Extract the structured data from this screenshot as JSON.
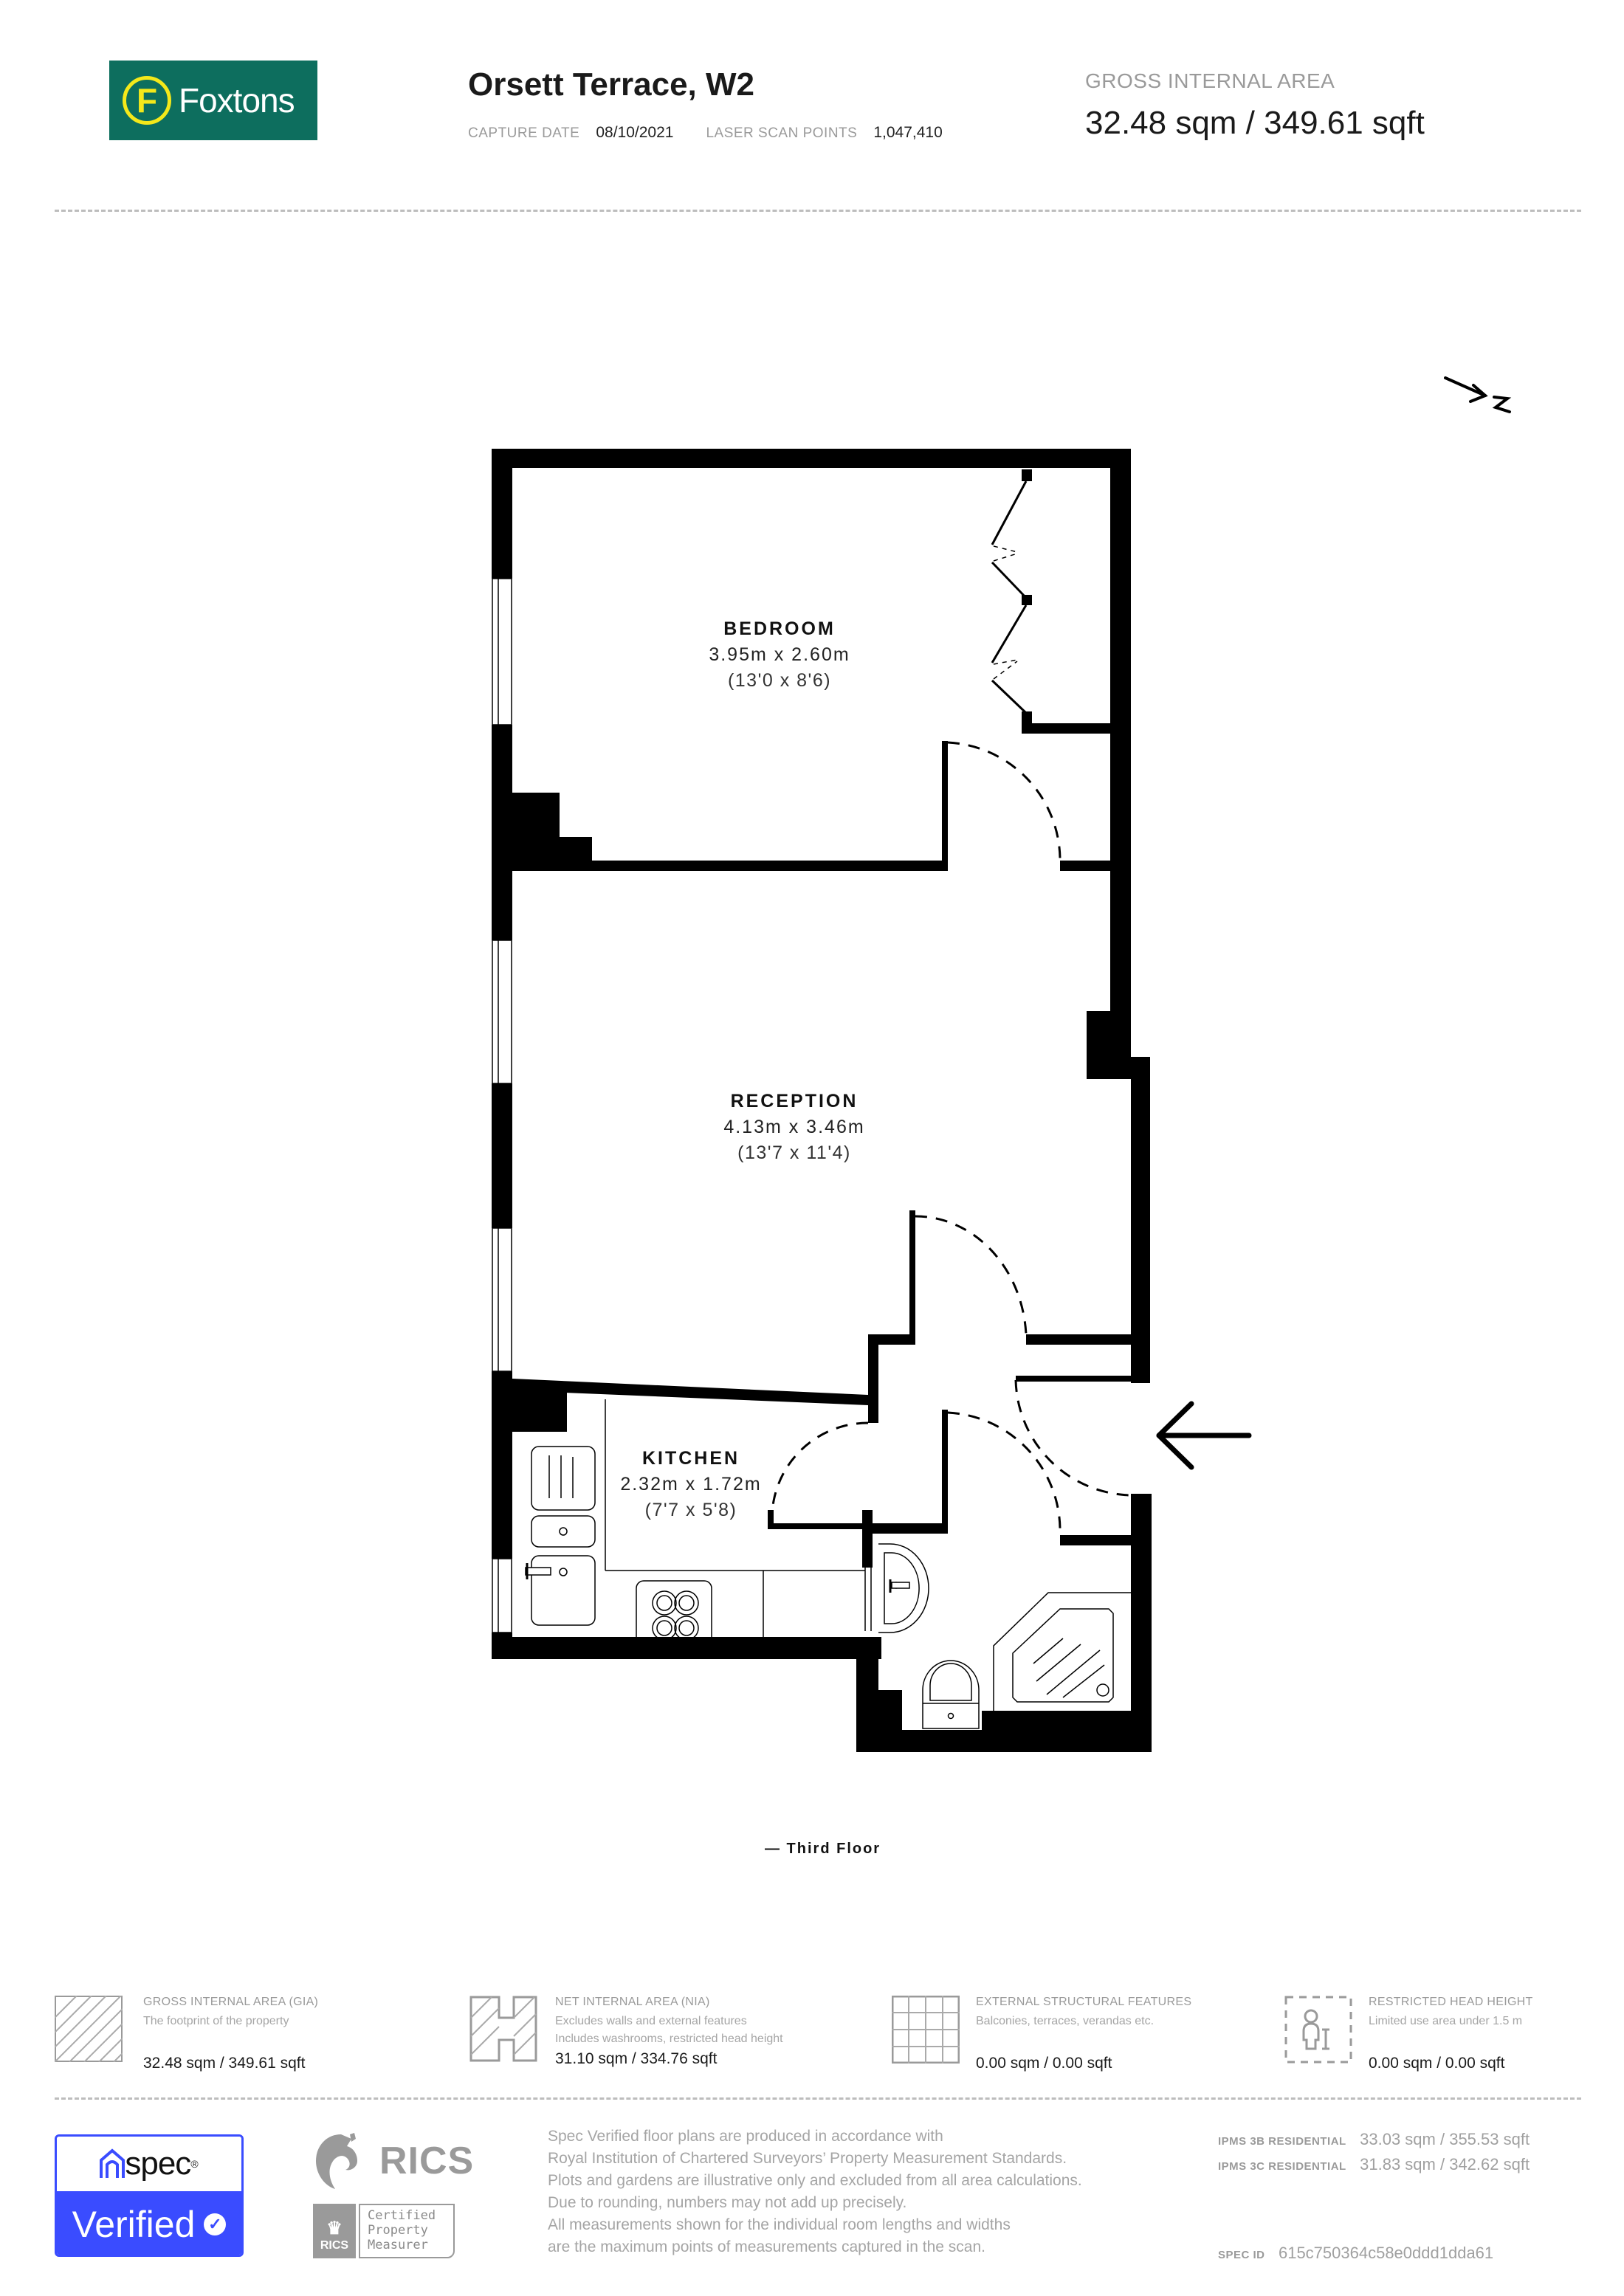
{
  "header": {
    "brand": {
      "logo_letter": "F",
      "name": "Foxtons",
      "bg_color": "#0d6e5e",
      "accent_color": "#f4e81a"
    },
    "title": "Orsett Terrace, W2",
    "capture_date_label": "CAPTURE DATE",
    "capture_date": "08/10/2021",
    "laser_scan_label": "LASER SCAN POINTS",
    "laser_scan_points": "1,047,410",
    "gia_label": "GROSS INTERNAL AREA",
    "gia_value": "32.48 sqm / 349.61 sqft"
  },
  "plan": {
    "compass": {
      "icon": "north-arrow-icon",
      "label": "N"
    },
    "entrance_icon": "entrance-arrow-icon",
    "floor_label": "— Third Floor",
    "rooms": [
      {
        "name": "BEDROOM",
        "metric": "3.95m x 2.60m",
        "imperial": "(13'0 x 8'6)"
      },
      {
        "name": "RECEPTION",
        "metric": "4.13m x 3.46m",
        "imperial": "(13'7 x 11'4)"
      },
      {
        "name": "KITCHEN",
        "metric": "2.32m x 1.72m",
        "imperial": "(7'7 x 5'8)"
      }
    ]
  },
  "legend": [
    {
      "icon": "gia-hatch-icon",
      "title": "GROSS INTERNAL AREA (GIA)",
      "desc": [
        "The footprint of the property"
      ],
      "value": "32.48 sqm / 349.61 sqft"
    },
    {
      "icon": "nia-hatch-icon",
      "title": "NET INTERNAL AREA (NIA)",
      "desc": [
        "Excludes walls and external features",
        "Includes washrooms, restricted head height"
      ],
      "value": "31.10 sqm / 334.76 sqft"
    },
    {
      "icon": "external-grid-icon",
      "title": "EXTERNAL STRUCTURAL FEATURES",
      "desc": [
        "Balconies, terraces, verandas etc."
      ],
      "value": "0.00 sqm / 0.00 sqft"
    },
    {
      "icon": "restricted-height-icon",
      "title": "RESTRICTED HEAD HEIGHT",
      "desc": [
        "Limited use area under 1.5 m"
      ],
      "value": "0.00 sqm / 0.00 sqft"
    }
  ],
  "footer": {
    "spec_badge": {
      "word": "spec",
      "reg": "®",
      "verified": "Verified",
      "color": "#3a4cff"
    },
    "rics": {
      "name": "RICS",
      "reg": "®",
      "cert_lines": [
        "Certified",
        "Property",
        "Measurer"
      ],
      "small": "RICS"
    },
    "disclaimer": [
      "Spec Verified floor plans are produced in accordance with",
      "Royal Institution of Chartered Surveyors’ Property Measurement Standards.",
      "Plots and gardens are illustrative only and excluded from all area calculations.",
      "Due to rounding, numbers may not add up precisely.",
      "All measurements shown for the individual room lengths and widths",
      "are the maximum points of measurements captured in the scan."
    ],
    "ipms": [
      {
        "label": "IPMS 3B RESIDENTIAL",
        "value": "33.03 sqm / 355.53 sqft"
      },
      {
        "label": "IPMS 3C RESIDENTIAL",
        "value": "31.83 sqm / 342.62 sqft"
      }
    ],
    "spec_id_label": "SPEC ID",
    "spec_id": "615c750364c58e0ddd1dda61"
  }
}
